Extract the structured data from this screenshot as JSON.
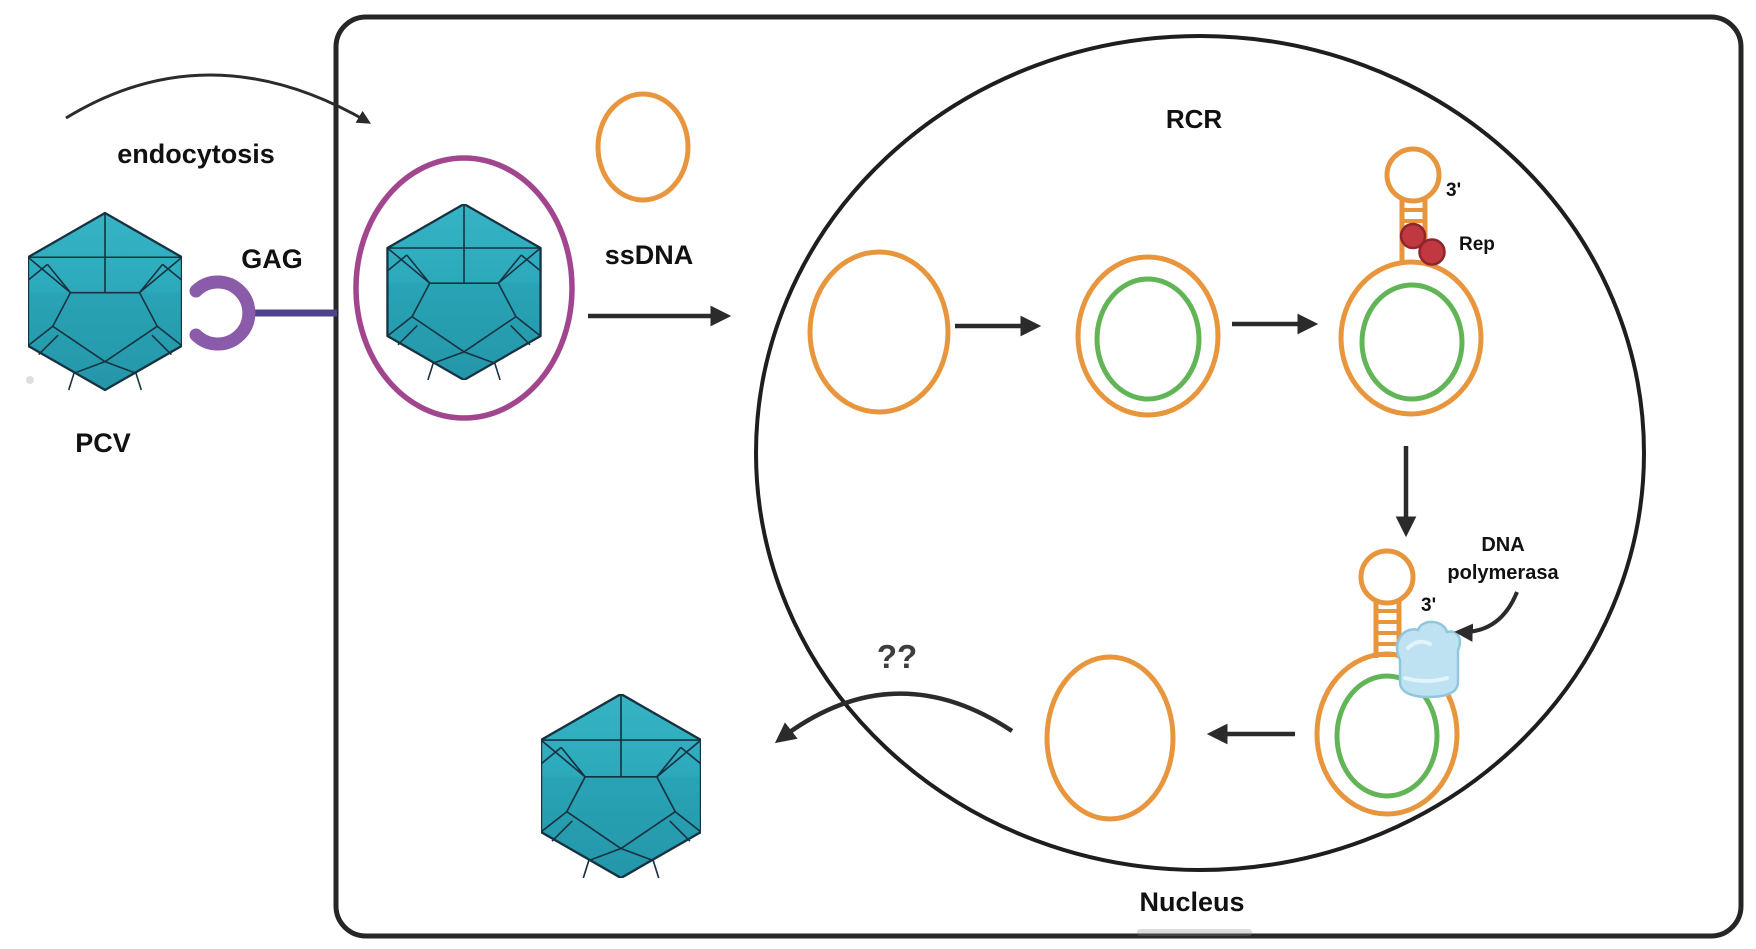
{
  "diagram": {
    "title_implicit": "PCV replication cycle",
    "labels": {
      "endocytosis": "endocytosis",
      "gag": "GAG",
      "pcv": "PCV",
      "ssdna": "ssDNA",
      "rcr": "RCR",
      "three_prime_top": "3'",
      "rep": "Rep",
      "dna_polymerase_line1": "DNA",
      "dna_polymerase_line2": "polymerasa",
      "three_prime_bottom": "3'",
      "unknown_step": "??",
      "nucleus": "Nucleus"
    },
    "colors": {
      "virus_capsid_teal": "#2aa7b9",
      "virus_edge": "#173241",
      "endosome_magenta": "#a2458f",
      "receptor_arc_purple": "#8a5ba8",
      "receptor_stem_purple": "#50418f",
      "ssdna_orange": "#e8963e",
      "dsdna_green": "#62b556",
      "rep_protein_red": "#c13940",
      "polymerase_blue": "#bee2f2",
      "arrow_black": "#2b2b2b",
      "cell_border": "#262626"
    }
  }
}
